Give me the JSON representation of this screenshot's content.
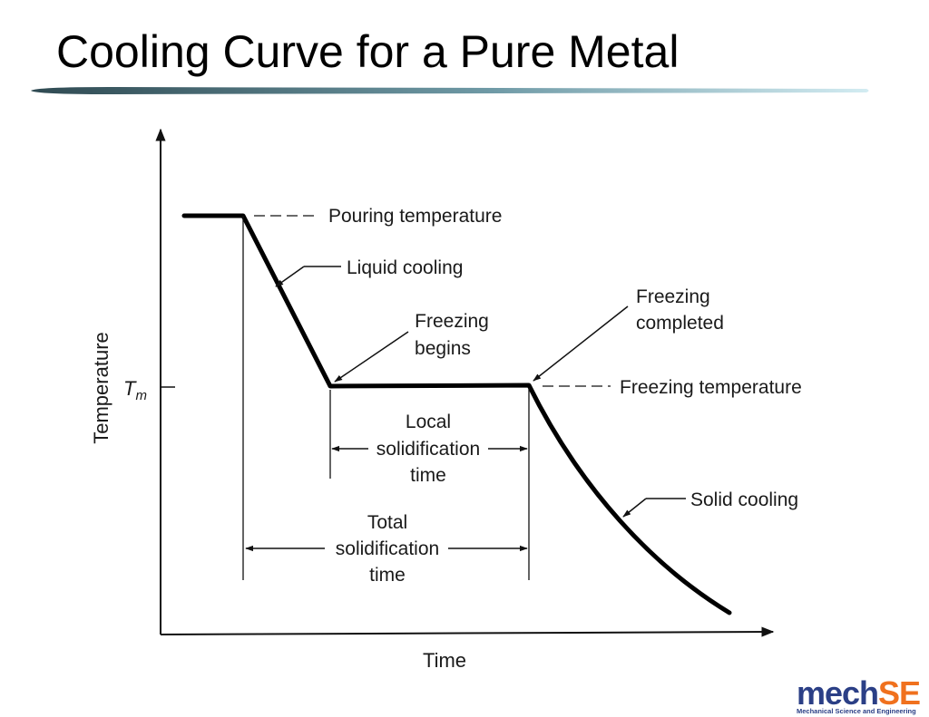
{
  "slide": {
    "title": "Cooling Curve for a Pure Metal"
  },
  "diagram": {
    "axis_x_label": "Time",
    "axis_y_label": "Temperature",
    "tm_label": "T",
    "tm_subscript": "m",
    "labels": {
      "pouring_temperature": "Pouring temperature",
      "liquid_cooling": "Liquid cooling",
      "freezing_begins_line1": "Freezing",
      "freezing_begins_line2": "begins",
      "freezing_completed_line1": "Freezing",
      "freezing_completed_line2": "completed",
      "freezing_temperature": "Freezing temperature",
      "local_line1": "Local",
      "local_line2": "solidification",
      "local_line3": "time",
      "total_line1": "Total",
      "total_line2": "solidification",
      "total_line3": "time",
      "solid_cooling": "Solid cooling"
    }
  },
  "logo": {
    "text_main": "mech",
    "text_accent": "SE",
    "tagline": "Mechanical Science and Engineering",
    "color_main": "#2b3f86",
    "color_accent": "#f0711e"
  },
  "colors": {
    "title_bar_dark": "#2f4a52",
    "title_bar_light": "#c9e6ee"
  }
}
